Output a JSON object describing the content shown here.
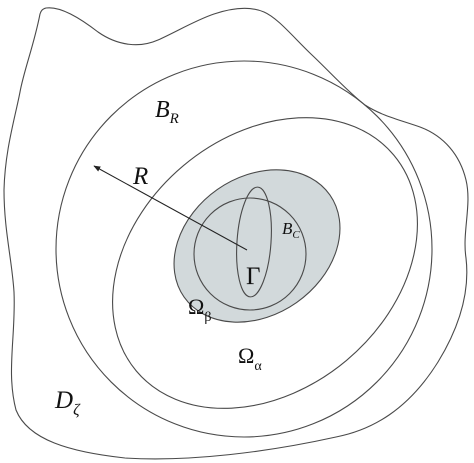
{
  "labels": {
    "b_r_main": "B",
    "b_r_sub": "R",
    "radius": "R",
    "b_c_main": "B",
    "b_c_sub": "C",
    "gamma": "Γ",
    "omega_beta_main": "Ω",
    "omega_beta_sub": "β",
    "omega_alpha_main": "Ω",
    "omega_alpha_sub": "α",
    "d_zeta_main": "D",
    "d_zeta_sub": "ζ"
  },
  "colors": {
    "stroke": "#4a4a4a",
    "shaded_region": "#d2d9db",
    "text": "#111111",
    "background": "#ffffff"
  }
}
